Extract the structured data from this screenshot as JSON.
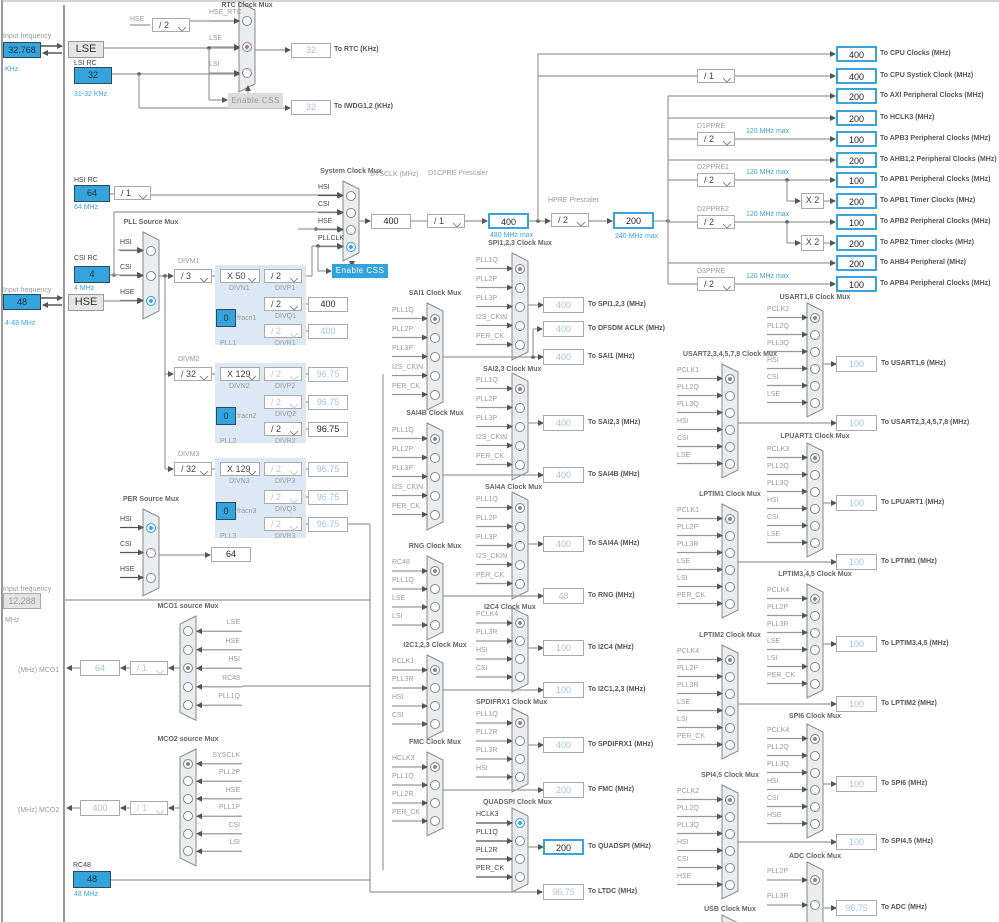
{
  "lse": {
    "input_label": "Input frequency",
    "value": "32.768",
    "unit": "KHz",
    "name": "LSE"
  },
  "lsi": {
    "label": "LSI RC",
    "value": "32",
    "range": "31-32 KHz"
  },
  "hsi": {
    "label": "HSI RC",
    "value": "64",
    "range": "64 MHz",
    "div": "/ 1"
  },
  "csi": {
    "label": "CSI RC",
    "value": "4",
    "range": "4 MHz"
  },
  "hse": {
    "input_label": "Input frequency",
    "value": "48",
    "range": "4-48 MHz",
    "name": "HSE"
  },
  "i2s_ckin": {
    "input_label": "Input frequency",
    "value": "12.288",
    "unit": "MHz"
  },
  "rc48": {
    "label": "RC48",
    "value": "48",
    "range": "48 MHz"
  },
  "rtc": {
    "title": "RTC Clock Mux",
    "inputs": [
      "HSE_RTC",
      "LSE",
      "LSI"
    ],
    "selected": 1,
    "hse_label": "HSE",
    "div": "/ 2",
    "enable_css": "Enable CSS",
    "to_rtc": {
      "value": "32",
      "label": "To RTC (KHz)"
    },
    "to_iwdg": {
      "value": "32",
      "label": "To IWDG1,2 (KHz)"
    }
  },
  "sysmux": {
    "title": "System Clock Mux",
    "inputs": [
      "HSI",
      "CSI",
      "HSE",
      "PLLCLK"
    ],
    "selected": 3,
    "enable_css": "Enable CSS"
  },
  "sysclk": {
    "label": "SYSCLK (MHz)",
    "value": "400"
  },
  "d1cpre": {
    "label": "D1CPRE Prescaler",
    "value": "/ 1",
    "out": "400",
    "max": "480 MHz max"
  },
  "hpre": {
    "label": "HPRE Prescaler",
    "value": "/ 2",
    "out": "200",
    "max": "240 MHz max"
  },
  "bus": [
    {
      "value": "400",
      "label": "To CPU Clocks (MHz)"
    },
    {
      "value": "400",
      "label": "To CPU Systick Clock (MHz)",
      "prescaler": {
        "label": "",
        "value": "/ 1"
      }
    },
    {
      "value": "200",
      "label": "To AXI Peripheral Clocks (MHz)"
    },
    {
      "value": "200",
      "label": "To HCLK3 (MHz)"
    },
    {
      "value": "100",
      "label": "To APB3 Peripheral Clocks (MHz)",
      "prescaler": {
        "label": "D1PPRE",
        "value": "/ 2",
        "max": "120 MHz max"
      }
    },
    {
      "value": "200",
      "label": "To AHB1,2 Peripheral Clocks (MHz)"
    },
    {
      "value": "100",
      "label": "To APB1 Peripheral Clocks (MHz)",
      "prescaler": {
        "label": "D2PPRE1",
        "value": "/ 2",
        "max": "120 MHz max"
      }
    },
    {
      "value": "200",
      "label": "To APB1 Timer Clocks (MHz)",
      "multiplier": "X 2"
    },
    {
      "value": "100",
      "label": "To APB2 Peripheral Clocks (MHz)",
      "prescaler": {
        "label": "D2PPRE2",
        "value": "/ 2",
        "max": "120 MHz max"
      }
    },
    {
      "value": "200",
      "label": "To APB2 Timer clocks (MHz)",
      "multiplier": "X 2"
    },
    {
      "value": "200",
      "label": "To AHB4 Peripheral (MHz)"
    },
    {
      "value": "100",
      "label": "To APB4 Peripheral Clocks (MHz)",
      "prescaler": {
        "label": "D3PPRE",
        "value": "/ 2",
        "max": "120 MHz max"
      }
    }
  ],
  "pllmux": {
    "title": "PLL Source Mux",
    "inputs": [
      "HSI",
      "CSI",
      "HSE"
    ],
    "selected": 2
  },
  "plls": [
    {
      "name": "PLL1",
      "divm_label": "DIVM1",
      "divm": "/ 3",
      "divn_label": "DIVN1",
      "divn": "X 50",
      "fracn_label": "fracn1",
      "fracn": "0",
      "outs": [
        {
          "label": "DIVP1",
          "div": "/ 2",
          "enabled": true
        },
        {
          "label": "DIVQ1",
          "div": "/ 2",
          "value": "400",
          "enabled": true
        },
        {
          "label": "DIVR1",
          "div": "/ 2",
          "value": "400",
          "enabled": false
        }
      ]
    },
    {
      "name": "PLL2",
      "divm_label": "DIVM2",
      "divm": "/ 32",
      "divn_label": "DIVN2",
      "divn": "X 129",
      "fracn_label": "fracn2",
      "fracn": "0",
      "outs": [
        {
          "label": "DIVP2",
          "div": "/ 2",
          "value": "96.75",
          "enabled": false
        },
        {
          "label": "DIVQ2",
          "div": "/ 2",
          "value": "96.75",
          "enabled": false
        },
        {
          "label": "DIVR2",
          "div": "/ 2",
          "value": "96.75",
          "enabled": true
        }
      ]
    },
    {
      "name": "PLL3",
      "divm_label": "DIVM3",
      "divm": "/ 32",
      "divn_label": "DIVN3",
      "divn": "X 129",
      "fracn_label": "fracn3",
      "fracn": "0",
      "outs": [
        {
          "label": "DIVP3",
          "div": "/ 2",
          "value": "96.75",
          "enabled": false
        },
        {
          "label": "DIVQ3",
          "div": "/ 2",
          "value": "96.75",
          "enabled": false
        },
        {
          "label": "DIVR3",
          "div": "/ 2",
          "value": "96.75",
          "enabled": false
        }
      ]
    }
  ],
  "permux": {
    "title": "PER Source Mux",
    "inputs": [
      "HSI",
      "CSI",
      "HSE"
    ],
    "selected": 0,
    "out": "64"
  },
  "mco1": {
    "title": "MCO1 source Mux",
    "inputs": [
      "LSE",
      "HSE",
      "HSI",
      "RC48",
      "PLL1Q"
    ],
    "selected": 2,
    "div": "/ 1",
    "value": "64",
    "label": "(MHz) MCO1"
  },
  "mco2": {
    "title": "MCO2 source Mux",
    "inputs": [
      "SYSCLK",
      "PLL2P",
      "HSE",
      "PLL1P",
      "CSI",
      "LSI"
    ],
    "selected": 0,
    "div": "/ 1",
    "value": "400",
    "label": "(MHz) MCO2"
  },
  "periph_muxes": [
    {
      "title": "SPI1,2,3 Clock Mux",
      "inputs": [
        "PLL1Q",
        "PLL2P",
        "PLL3P",
        "I2S_CKIN",
        "PER_CK"
      ],
      "selected": 0
    },
    {
      "title": "SAI1 Clock Mux",
      "inputs": [
        "PLL1Q",
        "PLL2P",
        "PLL3P",
        "I2S_CKIN",
        "PER_CK"
      ],
      "selected": 0
    },
    {
      "title": "SAI2,3 Clock Mux",
      "inputs": [
        "PLL1Q",
        "PLL2P",
        "PLL3P",
        "I2S_CKIN",
        "PER_CK"
      ],
      "selected": 0
    },
    {
      "title": "SAI4B Clock Mux",
      "inputs": [
        "PLL1Q",
        "PLL2P",
        "PLL3P",
        "I2S_CKIN",
        "PER_CK"
      ],
      "selected": 0
    },
    {
      "title": "SAI4A Clock Mux",
      "inputs": [
        "PLL1Q",
        "PLL2P",
        "PLL3P",
        "I2S_CKIN",
        "PER_CK"
      ],
      "selected": 0
    },
    {
      "title": "RNG Clock Mux",
      "inputs": [
        "RC48",
        "PLL1Q",
        "LSE",
        "LSI"
      ],
      "selected": 0
    },
    {
      "title": "I2C4 Clock Mux",
      "inputs": [
        "PCLK4",
        "PLL3R",
        "HSI",
        "CSI"
      ],
      "selected": 0
    },
    {
      "title": "I2C1,2,3 Clock Mux",
      "inputs": [
        "PCLK1",
        "PLL3R",
        "HSI",
        "CSI"
      ],
      "selected": 0
    },
    {
      "title": "SPDIFRX1 Clock Mux",
      "inputs": [
        "PLL1Q",
        "PLL2R",
        "PLL3R",
        "HSI"
      ],
      "selected": 0
    },
    {
      "title": "FMC Clock Mux",
      "inputs": [
        "HCLK3",
        "PLL1Q",
        "PLL2R",
        "PER_CK"
      ],
      "selected": 0
    },
    {
      "title": "QUADSPI Clock Mux",
      "inputs": [
        "HCLK3",
        "PLL1Q",
        "PLL2R",
        "PER_CK"
      ],
      "selected": 0,
      "active": true
    },
    {
      "title": "USART1,6 Clock Mux",
      "inputs": [
        "PCLK2",
        "PLL2Q",
        "PLL3Q",
        "HSI",
        "CSI",
        "LSE"
      ],
      "selected": 0
    },
    {
      "title": "USART2,3,4,5,7,8 Clock Mux",
      "inputs": [
        "PCLK1",
        "PLL2Q",
        "PLL3Q",
        "HSI",
        "CSI",
        "LSE"
      ],
      "selected": 0
    },
    {
      "title": "LPUART1 Clock Mux",
      "inputs": [
        "PCLK3",
        "PLL2Q",
        "PLL3Q",
        "HSI",
        "CSI",
        "LSE"
      ],
      "selected": 0
    },
    {
      "title": "LPTIM1 Clock Mux",
      "inputs": [
        "PCLK1",
        "PLL2P",
        "PLL3R",
        "LSE",
        "LSI",
        "PER_CK"
      ],
      "selected": 0
    },
    {
      "title": "LPTIM3,4,5 Clock Mux",
      "inputs": [
        "PCLK4",
        "PLL2P",
        "PLL3R",
        "LSE",
        "LSI",
        "PER_CK"
      ],
      "selected": 0
    },
    {
      "title": "LPTIM2 Clock Mux",
      "inputs": [
        "PCLK4",
        "PLL2P",
        "PLL3R",
        "LSE",
        "LSI",
        "PER_CK"
      ],
      "selected": 0
    },
    {
      "title": "SPI6 Clock Mux",
      "inputs": [
        "PCLK4",
        "PLL2Q",
        "PLL3Q",
        "HSI",
        "CSI",
        "HSE"
      ],
      "selected": 0
    },
    {
      "title": "SPI4,5 Clock Mux",
      "inputs": [
        "PCLK2",
        "PLL2Q",
        "PLL3Q",
        "HSI",
        "CSI",
        "HSE"
      ],
      "selected": 0
    },
    {
      "title": "ADC Clock Mux",
      "inputs": [
        "PLL2P",
        "PLL3R"
      ],
      "selected": 0
    },
    {
      "title": "USB Clock Mux",
      "inputs": [],
      "selected": -1
    }
  ],
  "periph_outs": [
    {
      "value": "400",
      "label": "To SPI1,2,3 (MHz)"
    },
    {
      "value": "400",
      "label": "To DFSDM ACLK (MHz)"
    },
    {
      "value": "400",
      "label": "To SAI1 (MHz)"
    },
    {
      "value": "400",
      "label": "To SAI2,3 (MHz)"
    },
    {
      "value": "400",
      "label": "To SAI4B (MHz)"
    },
    {
      "value": "400",
      "label": "To SAI4A (MHz)"
    },
    {
      "value": "48",
      "label": "To RNG (MHz)"
    },
    {
      "value": "100",
      "label": "To I2C4 (MHz)"
    },
    {
      "value": "100",
      "label": "To I2C1,2,3 (MHz)"
    },
    {
      "value": "400",
      "label": "To SPDIFRX1 (MHz)"
    },
    {
      "value": "200",
      "label": "To FMC (MHz)"
    },
    {
      "value": "200",
      "label": "To QUADSPI (MHz)",
      "active": true
    },
    {
      "value": "96.75",
      "label": "To LTDC (MHz)"
    },
    {
      "value": "100",
      "label": "To USART1,6 (MHz)"
    },
    {
      "value": "100",
      "label": "To USART2,3,4,5,7,8 (MHz)"
    },
    {
      "value": "100",
      "label": "To LPUART1 (MHz)"
    },
    {
      "value": "100",
      "label": "To LPTIM1 (MHz)"
    },
    {
      "value": "100",
      "label": "To LPTIM3,4,5 (MHz)"
    },
    {
      "value": "100",
      "label": "To LPTIM2 (MHz)"
    },
    {
      "value": "100",
      "label": "To SPI6 (MHz)"
    },
    {
      "value": "100",
      "label": "To SPI4,5 (MHz)"
    },
    {
      "value": "96.75",
      "label": "To ADC (MHz)"
    }
  ],
  "colors": {
    "accent": "#34a3dc",
    "mux_fill": "#e9edf0",
    "pll_panel": "#dce8f3"
  }
}
